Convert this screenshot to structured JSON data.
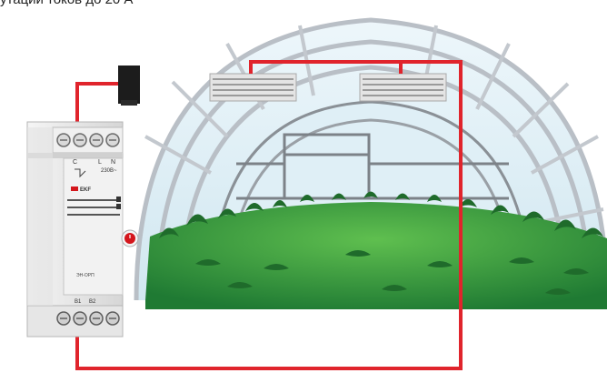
{
  "caption": "утации токов до 20 А",
  "relay": {
    "terminal_top_labels": [
      "C",
      "L",
      "N"
    ],
    "voltage_label": "230В~",
    "brand_label": "EKF",
    "model_label": "ЭН-ОРП",
    "terminal_bottom_labels": [
      "B1",
      "B2"
    ]
  },
  "colors": {
    "wire": "#e0242c",
    "grass": "#2f8f3e",
    "grass_dark": "#1f6b2b",
    "greenhouse_frame": "#b9bfc6",
    "greenhouse_glass": "#d6eaf2",
    "relay_body": "#ececec",
    "heater": "#d9d9d9",
    "sensor": "#1c1c1c",
    "knob": "#d4161c"
  },
  "icons": {
    "sensor": "temperature-sensor-icon",
    "heater_left": "heater-icon",
    "heater_right": "heater-icon",
    "relay": "din-rail-thermostat-icon"
  }
}
